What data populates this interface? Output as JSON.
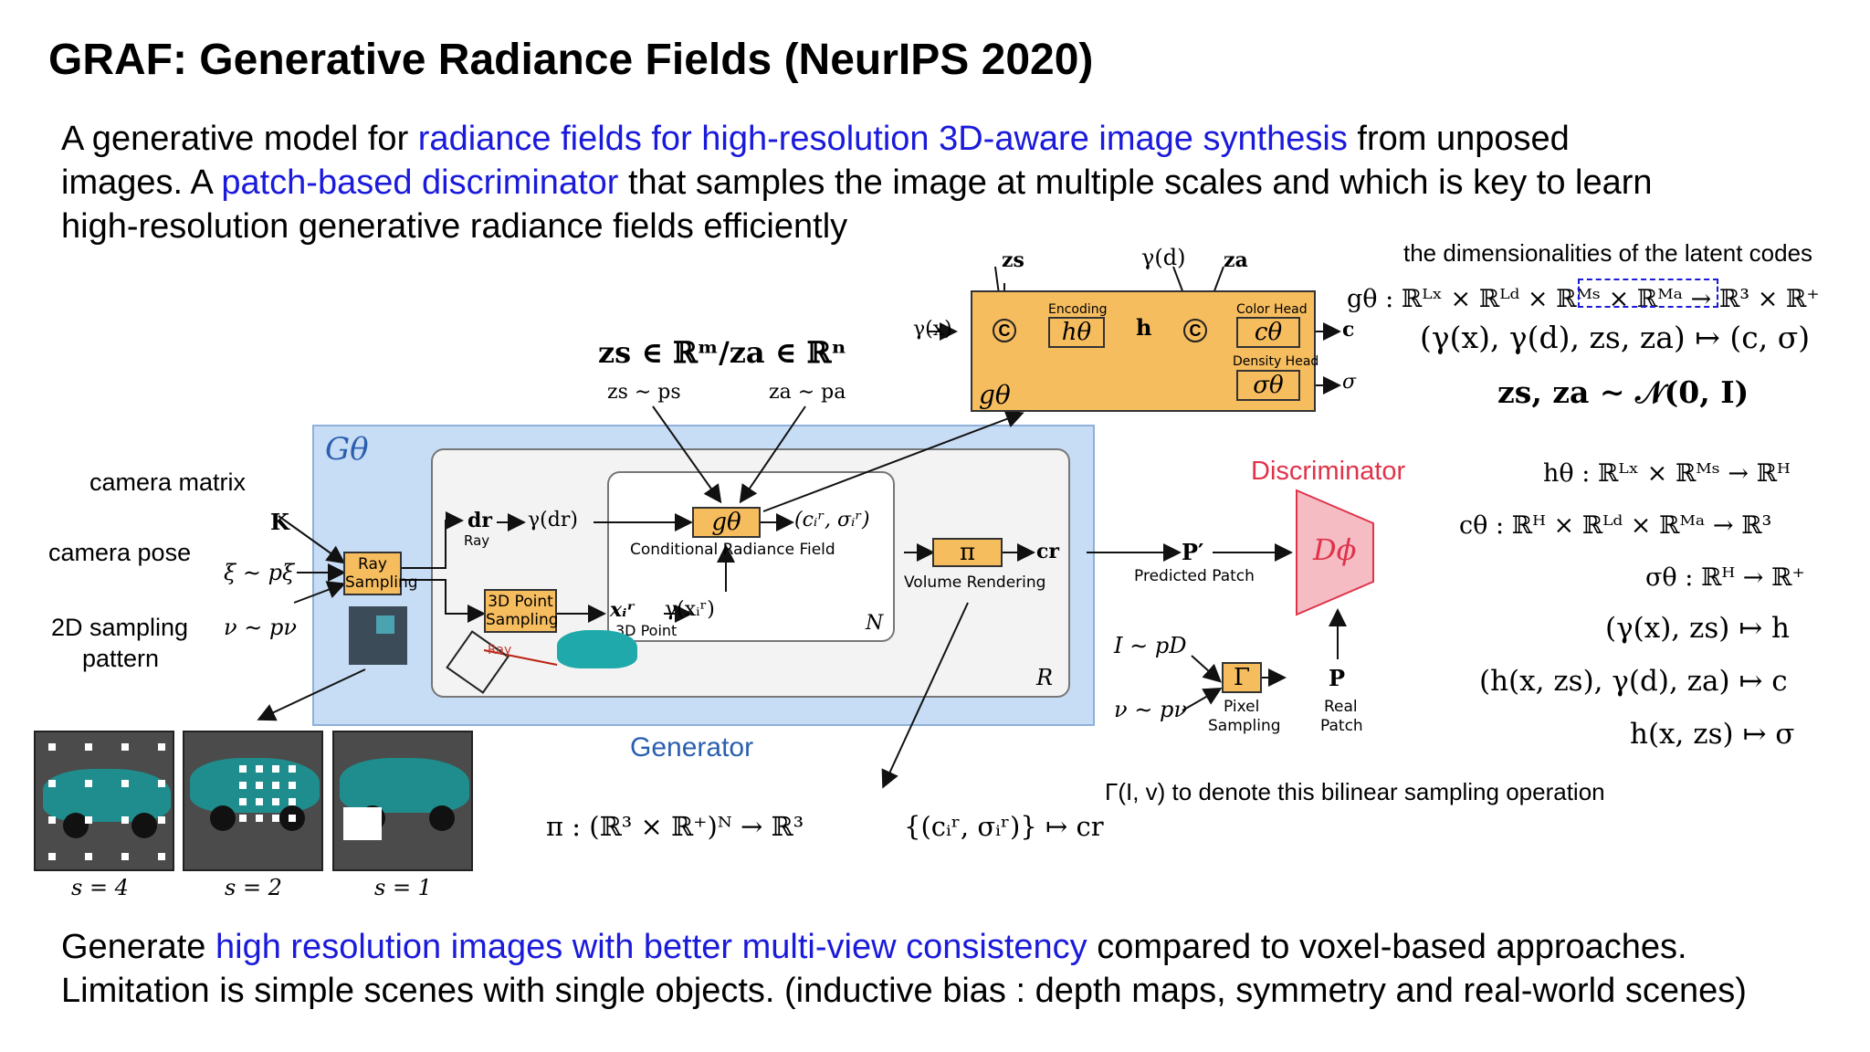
{
  "title": "GRAF: Generative Radiance Fields (NeurIPS 2020)",
  "intro": {
    "l1_a": "A generative model for ",
    "l1_b": "radiance fields for high-resolution 3D-aware image synthesis",
    "l1_c": " from unposed",
    "l2_a": "images. A ",
    "l2_b": "patch-based discriminator",
    "l2_c": " that samples the image at multiple scales and which is key to learn",
    "l3": "high-resolution generative radiance fields efficiently"
  },
  "latent_note": "the dimensionalities of the latent codes",
  "eq": {
    "g_map": "gθ : ℝᴸˣ × ℝᴸᵈ × ℝᴹˢ × ℝᴹᵃ → ℝ³ × ℝ⁺",
    "g_io": "(γ(x), γ(d), zs, za) ↦ (c, σ)",
    "z_dist": "zs, za ∼ 𝒩(0, I)",
    "h_map": "hθ : ℝᴸˣ × ℝᴹˢ → ℝᴴ",
    "c_map": "cθ : ℝᴴ × ℝᴸᵈ × ℝᴹᵃ → ℝ³",
    "s_map": "σθ : ℝᴴ → ℝ⁺",
    "h_io": "(γ(x), zs) ↦ h",
    "c_io": "(h(x, zs), γ(d), za) ↦ c",
    "s_io": "h(x, zs) ↦ σ",
    "z_space": "zs ∈ ℝᵐ/za ∈ ℝⁿ",
    "zs_dist": "zs ∼ ps",
    "za_dist": "za ∼ pa",
    "pi_map": "π : (ℝ³ × ℝ⁺)ᴺ → ℝ³",
    "pi_io": "{(cᵢʳ, σᵢʳ)} ↦ cr"
  },
  "left_labels": {
    "camera_matrix": "camera matrix",
    "camera_pose": "camera pose",
    "sampling_l1": "2D sampling",
    "sampling_l2": "pattern",
    "K": "K",
    "xi": "ξ ∼ pξ",
    "nu": "ν ∼ pν"
  },
  "gen": {
    "G": "Gθ",
    "ray_l1": "Ray",
    "ray_l2": "Sampling",
    "dr": "dr",
    "ray_small": "Ray",
    "gamma_dr": "γ(dr)",
    "g_box": "gθ",
    "c_sigma": "(cᵢʳ, σᵢʳ)",
    "crf": "Conditional Radiance Field",
    "pt_l1": "3D Point",
    "pt_l2": "Sampling",
    "xr": "xᵢʳ",
    "gamma_xr": "γ(xᵢʳ)",
    "pt_small": "3D Point",
    "N": "N",
    "pi": "π",
    "cr": "cr",
    "vr": "Volume Rendering",
    "R": "R",
    "ray_red": "Ray",
    "generator": "Generator"
  },
  "gtheta": {
    "zs": "zs",
    "gd": "γ(d)",
    "za": "za",
    "gx": "γ(x)",
    "encoding": "Encoding",
    "h_box": "hθ",
    "h": "h",
    "color_head": "Color Head",
    "c_box": "cθ",
    "c": "c",
    "density_head": "Density Head",
    "s_box": "σθ",
    "sigma": "σ",
    "g_label": "gθ"
  },
  "disc": {
    "title": "Discriminator",
    "D": "Dϕ",
    "Pp": "P′",
    "pred_patch": "Predicted Patch",
    "I": "I ∼ pD",
    "nu": "ν ∼ pν",
    "gamma": "Γ",
    "P": "P",
    "pixel_l1": "Pixel",
    "pixel_l2": "Sampling",
    "real_l1": "Real",
    "real_l2": "Patch"
  },
  "bilinear_note": "Γ(I, v) to denote this bilinear sampling operation",
  "scales": [
    "s = 4",
    "s = 2",
    "s = 1"
  ],
  "bottom": {
    "l1_a": "Generate ",
    "l1_b": "high resolution images with better multi-view consistency",
    "l1_c": " compared to voxel-based approaches.",
    "l2": "Limitation is simple scenes with single objects. (inductive bias : depth maps, symmetry and real-world scenes)"
  },
  "colors": {
    "accent_blue": "#1a1adb",
    "box_orange": "#f6bd5f",
    "gen_bg": "#c7dcf5",
    "disc_red": "#e0334a",
    "disc_pink": "#f5bcc4"
  }
}
